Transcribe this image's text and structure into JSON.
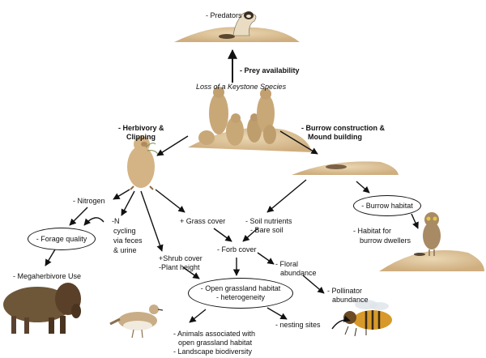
{
  "diagram": {
    "title": "Loss of a Keystone Species",
    "nodes": {
      "predators": "- Predators",
      "prey_availability": "- Prey availability",
      "herbivory_line1": "- Herbivory &",
      "herbivory_line2": "Clipping",
      "burrow_construction_line1": "- Burrow construction &",
      "burrow_construction_line2": "Mound building",
      "nitrogen": "- Nitrogen",
      "n_cycling_line1": "-N",
      "n_cycling_line2": "cycling",
      "n_cycling_line3": "via feces",
      "n_cycling_line4": "& urine",
      "forage_quality": "- Forage quality",
      "megaherbivore_use": "- Megaherbivore Use",
      "grass_cover": "+ Grass cover",
      "shrub_cover_line1": "+Shrub cover",
      "shrub_cover_line2": "-Plant height",
      "soil_nutrients": "- Soil nutrients",
      "bare_soil": "- Bare soil",
      "forb_cover": "- Forb cover",
      "floral_abundance_line1": "- Floral",
      "floral_abundance_line2": "abundance",
      "open_grassland_line1": "- Open grassland habitat",
      "open_grassland_line2": "- heterogeneity",
      "pollinator_line1": "- Pollinator",
      "pollinator_line2": "abundance",
      "burrow_habitat": "- Burrow habitat",
      "burrow_dwellers_line1": "- Habitat for",
      "burrow_dwellers_line2": "burrow dwellers",
      "nesting_sites": "- nesting sites",
      "animals_line1": "- Animals associated with",
      "animals_line2": "open grassland habitat",
      "landscape_biodiversity": "- Landscape biodiversity"
    }
  },
  "illustrations": [
    "ferret-on-mound",
    "prairie-dog-colony",
    "standing-prairie-dog",
    "burrow-mound",
    "burrowing-owl",
    "bison",
    "plover-bird",
    "honeybee"
  ],
  "colors": {
    "soil": "#d9bf95",
    "soil_dark": "#b8976a",
    "prairie_dog": "#c9a878",
    "arrow": "#111111"
  }
}
